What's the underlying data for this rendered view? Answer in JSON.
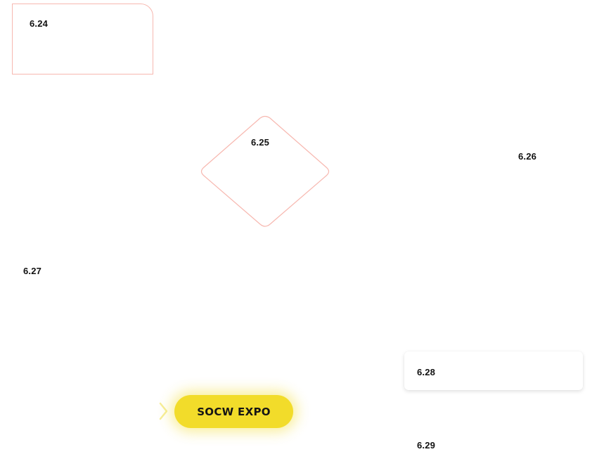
{
  "labels": {
    "l624": "6.24",
    "l625": "6.25",
    "l626": "6.26",
    "l627": "6.27",
    "l628": "6.28",
    "l629": "6.29"
  },
  "expo_button": {
    "label": "SOCW EXPO"
  },
  "colors": {
    "outline": "#f7b8b0",
    "button": "#f2dc2a",
    "text": "#111111"
  },
  "icons": {
    "expo_chevron": "chevron-right-icon"
  }
}
